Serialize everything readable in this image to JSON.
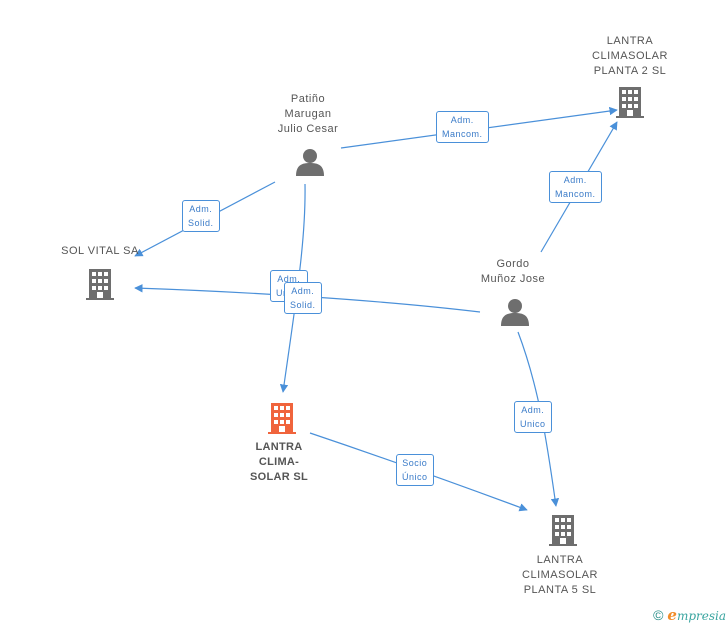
{
  "colors": {
    "edge": "#4a90d9",
    "company": "#6e6e6e",
    "focus_company": "#f0643c",
    "person": "#6e6e6e"
  },
  "nodes": {
    "lantra2": {
      "label": [
        "LANTRA",
        "CLIMASOLAR",
        "PLANTA 2 SL"
      ],
      "kind": "company"
    },
    "patino": {
      "label": [
        "Patiño",
        "Marugan",
        "Julio Cesar"
      ],
      "kind": "person"
    },
    "solvital": {
      "label": [
        "SOL VITAL SA"
      ],
      "kind": "company"
    },
    "gordo": {
      "label": [
        "Gordo",
        "Muñoz Jose"
      ],
      "kind": "person"
    },
    "lantra": {
      "label": [
        "LANTRA",
        "CLIMA-",
        "SOLAR SL"
      ],
      "kind": "focus"
    },
    "lantra5": {
      "label": [
        "LANTRA",
        "CLIMASOLAR",
        "PLANTA 5 SL"
      ],
      "kind": "company"
    }
  },
  "edges": {
    "e1": [
      "Adm.",
      "Mancom."
    ],
    "e2": [
      "Adm.",
      "Mancom."
    ],
    "e3": [
      "Adm.",
      "Solid."
    ],
    "e4": [
      "Adm.",
      "Unico"
    ],
    "e5": [
      "Adm.",
      "Solid."
    ],
    "e6": [
      "Adm.",
      "Unico"
    ],
    "e7": [
      "Socio",
      "Único"
    ]
  },
  "footer": {
    "copyright": "©",
    "brand_initial": "e",
    "brand_rest": "mpresia"
  }
}
